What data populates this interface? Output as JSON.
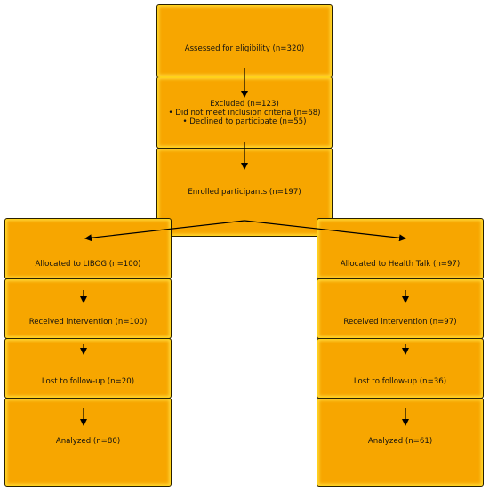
{
  "top": {
    "assessed": "Assessed for eligibility (n=320)",
    "excluded_title": "Excluded (n=123)",
    "excluded_reason_1": "• Did not meet inclusion criteria (n=68)",
    "excluded_reason_2": "• Declined to participate (n=55)",
    "enrolled": "Enrolled participants (n=197)"
  },
  "left_arm": {
    "allocated": "Allocated to LIBOG (n=100)",
    "received": "Received intervention (n=100)",
    "lost": "Lost to follow-up (n=20)",
    "analyzed": "Analyzed (n=80)"
  },
  "right_arm": {
    "allocated": "Allocated to Health Talk (n=97)",
    "received": "Received intervention (n=97)",
    "lost": "Lost to follow-up (n=36)",
    "analyzed": "Analyzed (n=61)"
  },
  "colors": {
    "box_fill": "#f7a600",
    "box_glow": "#ffd21a",
    "border": "#2a2000",
    "arrow": "#000000"
  }
}
